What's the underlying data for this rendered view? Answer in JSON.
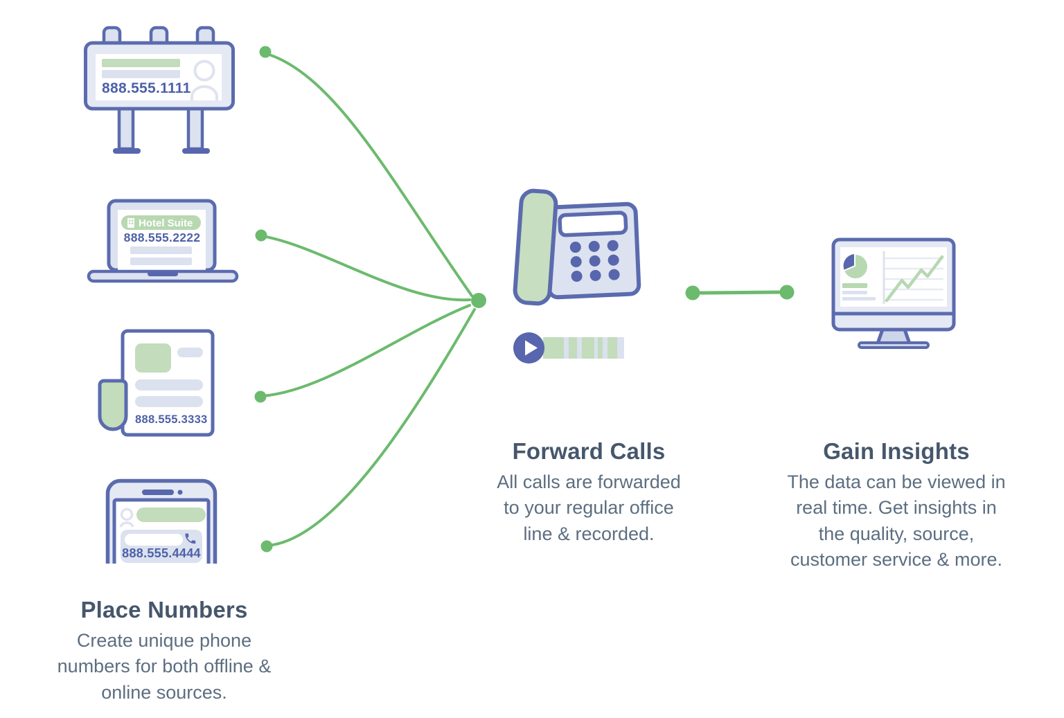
{
  "colors": {
    "connector_green": "#6cba6e",
    "light_green": "#c2dcbc",
    "pill_green": "#b7d8b1",
    "indigo": "#5b6bae",
    "indigo_solid": "#5766ad",
    "lavender": "#e4e9f4",
    "lavender2": "#dce2ef",
    "gray_bar": "#dbe1ee",
    "avatar_gray": "#dfe3ef",
    "number_text": "#4d61a8",
    "heading_text": "#46576c",
    "body_text": "#5c6e80"
  },
  "sources": {
    "billboard": {
      "number": "888.555.1111"
    },
    "website": {
      "label": "Hotel Suite",
      "number": "888.555.2222"
    },
    "print": {
      "number": "888.555.3333"
    },
    "mobile": {
      "number": "888.555.4444"
    }
  },
  "steps": {
    "place_numbers": {
      "title": "Place Numbers",
      "body": "Create unique phone\nnumbers for both offline &\nonline sources."
    },
    "forward_calls": {
      "title": "Forward Calls",
      "body": "All calls are forwarded\nto your regular office\nline & recorded."
    },
    "gain_insights": {
      "title": "Gain Insights",
      "body": "The data can be viewed in\nreal time. Get insights in\nthe quality, source,\ncustomer service & more."
    }
  }
}
